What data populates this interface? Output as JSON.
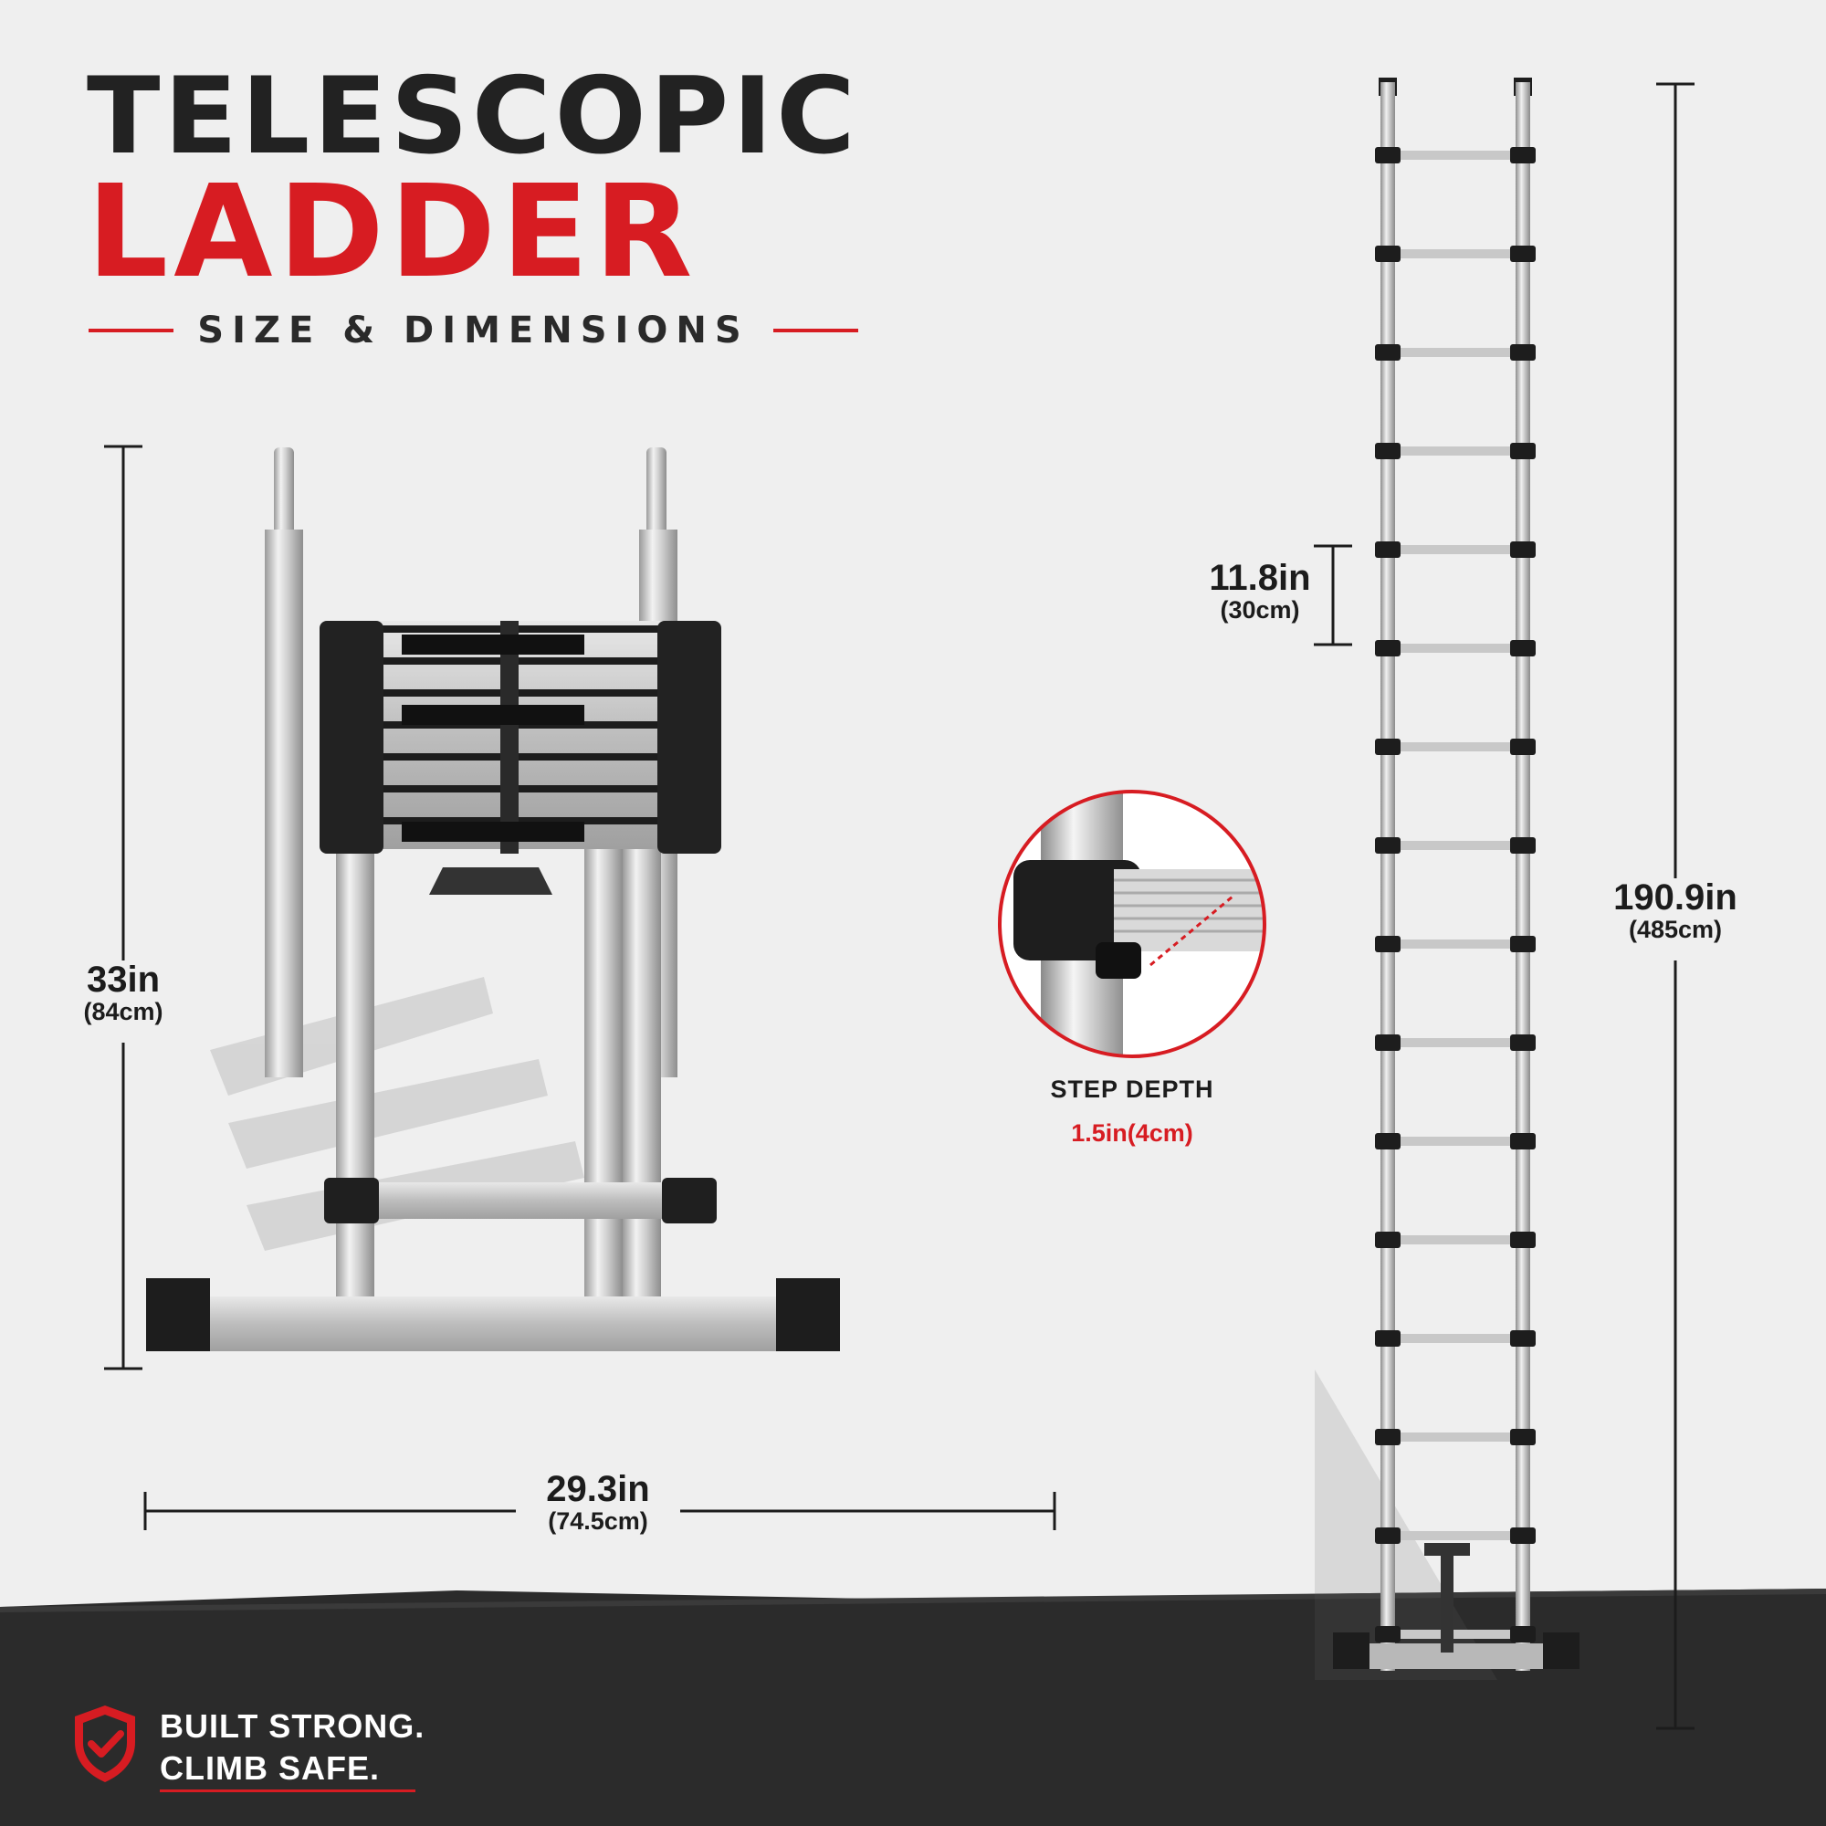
{
  "header": {
    "title_line1": "TELESCOPIC",
    "title_line2": "LADDER",
    "subtitle": "SIZE & DIMENSIONS"
  },
  "dimensions": {
    "folded_height": {
      "imperial": "33in",
      "metric": "(84cm)"
    },
    "base_width": {
      "imperial": "29.3in",
      "metric": "(74.5cm)"
    },
    "rung_spacing": {
      "imperial": "11.8in",
      "metric": "(30cm)"
    },
    "extended_height": {
      "imperial": "190.9in",
      "metric": "(485cm)"
    }
  },
  "step_detail": {
    "label": "STEP DEPTH",
    "value": "1.5in(4cm)"
  },
  "footer": {
    "slogan_line1": "BUILT STRONG.",
    "slogan_line2": "CLIMB SAFE."
  },
  "colors": {
    "accent_red": "#d71c22",
    "dark_text": "#222222",
    "background": "#efefef",
    "floor": "#2b2b2b"
  }
}
